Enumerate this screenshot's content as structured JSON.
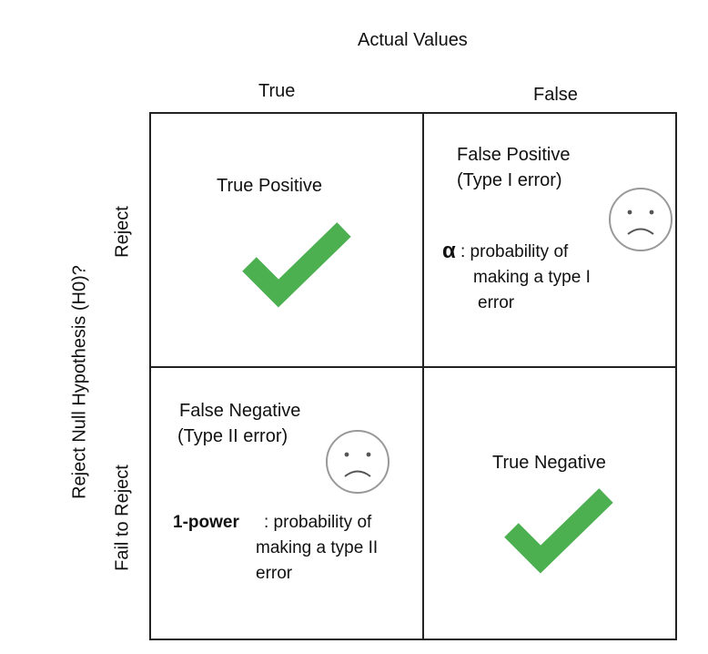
{
  "header": {
    "title": "Actual Values",
    "col_true": "True",
    "col_false": "False"
  },
  "side": {
    "axis_label": "Reject Null Hypothesis (H0)?",
    "row_reject": "Reject",
    "row_fail": "Fail to Reject"
  },
  "cells": {
    "tp": {
      "title": "True Positive",
      "icon": "checkmark-icon"
    },
    "fp": {
      "title": "False Positive",
      "subtitle": "(Type I error)",
      "icon": "sad-face-icon",
      "symbol": "α",
      "desc_line1": ": probability of",
      "desc_line2": "making  a type I",
      "desc_line3": "error"
    },
    "fn": {
      "title": "False Negative",
      "subtitle": "(Type II error)",
      "icon": "sad-face-icon",
      "symbol": "1-power",
      "desc_line1": ": probability of",
      "desc_line2": "making a type II",
      "desc_line3": "error"
    },
    "tn": {
      "title": "True Negative",
      "icon": "checkmark-icon"
    }
  },
  "colors": {
    "check": "#4caf50",
    "face": "#999999",
    "lines": "#222222"
  }
}
